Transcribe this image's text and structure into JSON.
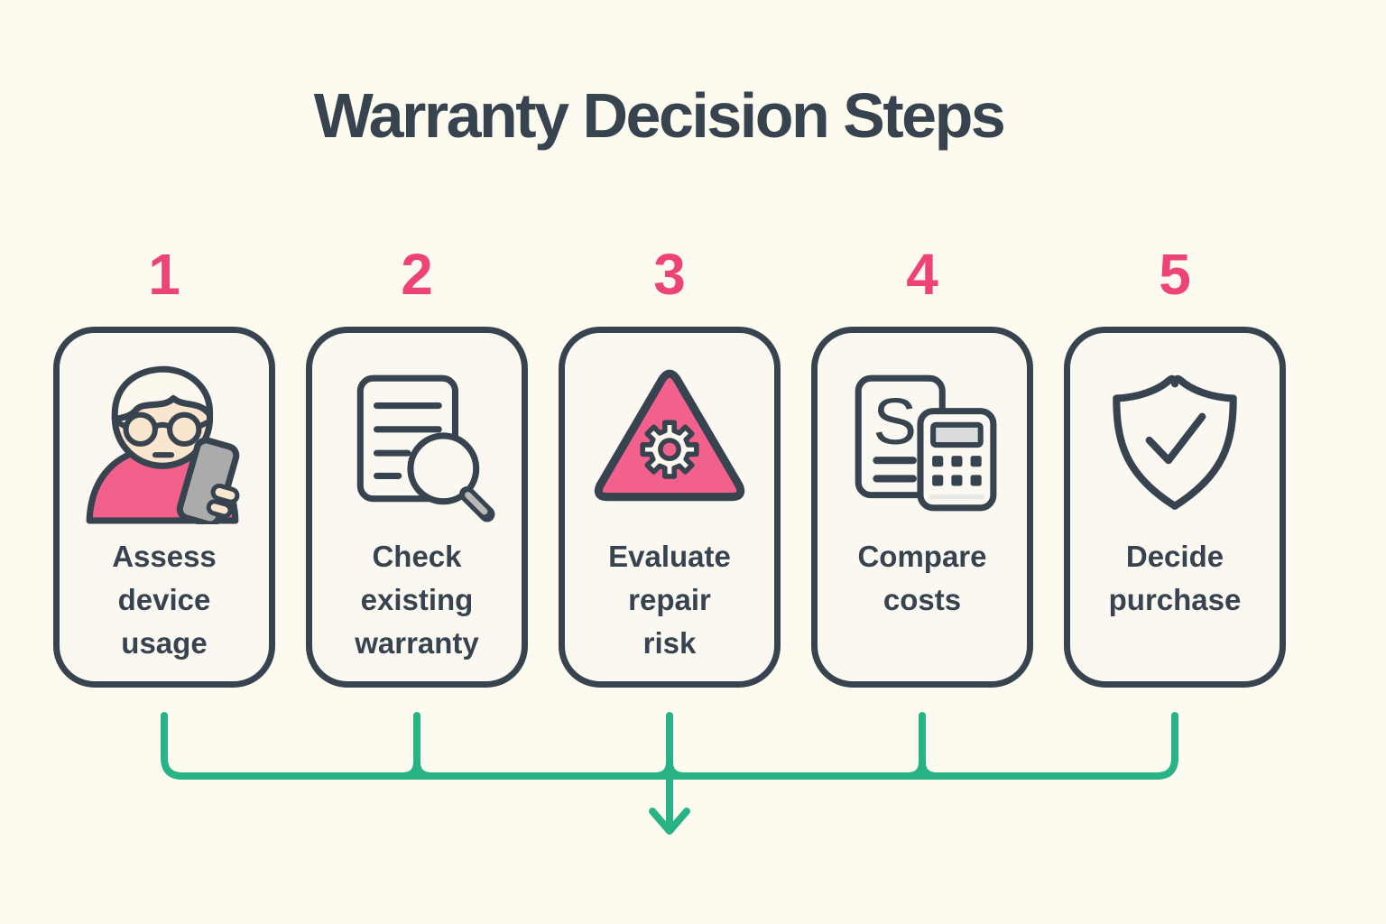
{
  "title": "Warranty Decision Steps",
  "steps": [
    {
      "number": "1",
      "label": "Assess\ndevice\nusage",
      "icon": "elderly-person-phone-icon"
    },
    {
      "number": "2",
      "label": "Check\nexisting\nwarranty",
      "icon": "document-magnifier-icon"
    },
    {
      "number": "3",
      "label": "Evaluate\nrepair\nrisk",
      "icon": "warning-triangle-gear-icon"
    },
    {
      "number": "4",
      "label": "Compare\ncosts",
      "icon": "invoice-calculator-icon"
    },
    {
      "number": "5",
      "label": "Decide\npurchase",
      "icon": "shield-check-icon"
    }
  ],
  "colors": {
    "accent-pink": "#EE4377",
    "icon-pink": "#F2618C",
    "accent-green": "#27B385",
    "ink": "#37434F",
    "page-bg": "#FDFBEF",
    "card-bg": "#FBF8F1",
    "phone-gray": "#ABABAB",
    "handle-gray": "#B9B9B9",
    "screen-gray": "#D9DBDC",
    "skin": "#FAE5CE",
    "hair-cream": "#FCF8EE"
  }
}
